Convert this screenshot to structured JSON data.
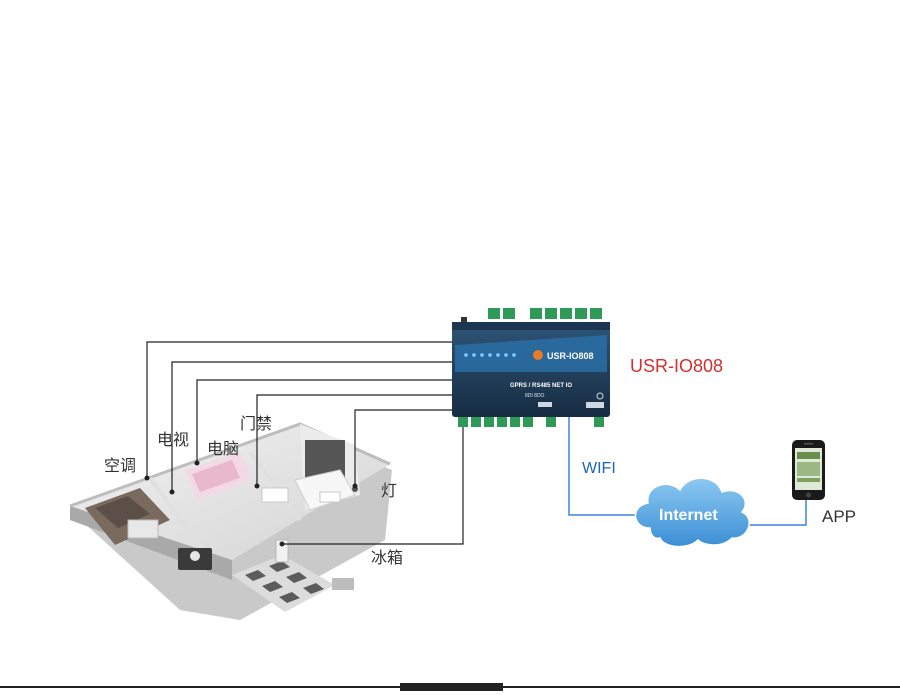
{
  "labels": {
    "aircon": "空调",
    "tv": "电视",
    "computer": "电脑",
    "door_access": "门禁",
    "light": "灯",
    "fridge": "冰箱"
  },
  "device": {
    "name": "USR-IO808",
    "panel_title": "USR-IO808",
    "panel_subtitle": "GPRS / RS485 NET IO",
    "panel_sub2": "8DI 8DO"
  },
  "network": {
    "wifi_label": "WIFI",
    "cloud_label": "Internet",
    "app_label": "APP"
  },
  "colors": {
    "wire": "#222222",
    "network_line": "#3a86d6",
    "cloud_fill": "#5aa9e8",
    "device_name": "#d62e2e",
    "wifi_text": "#1b66b3"
  }
}
